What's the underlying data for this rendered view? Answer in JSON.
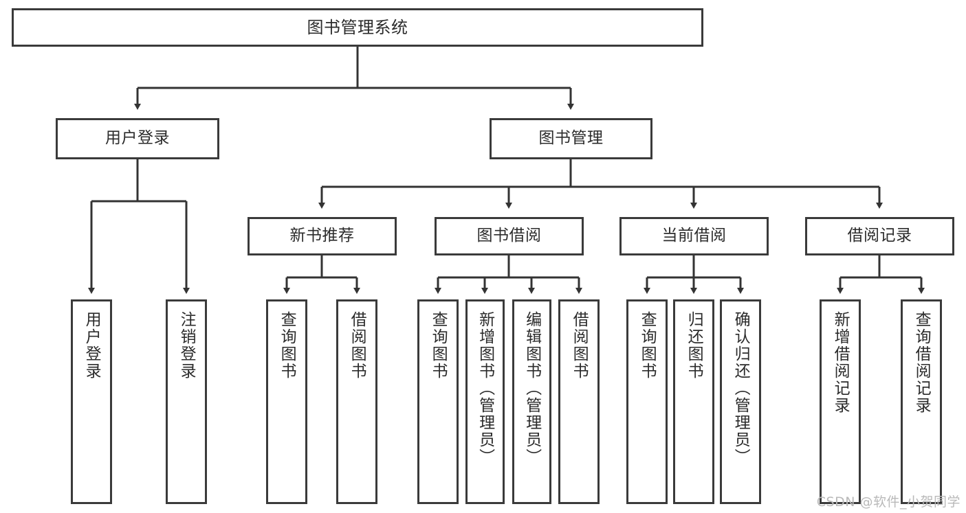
{
  "diagram": {
    "title": "图书管理系统",
    "type": "tree-hierarchy-diagram",
    "colors": {
      "box_border": "#3a3a3a",
      "box_fill": "#ffffff",
      "connector": "#333333",
      "text": "#2b2b2b",
      "watermark": "#b9b9b9",
      "background": "#ffffff"
    },
    "watermark": "CSDN @软件_小贺同学"
  },
  "nodes": {
    "root": {
      "label": "图书管理系统"
    },
    "level2": [
      {
        "key": "user_login",
        "label": "用户登录"
      },
      {
        "key": "book_manage",
        "label": "图书管理"
      }
    ],
    "level3": [
      {
        "key": "new_book_rec",
        "label": "新书推荐"
      },
      {
        "key": "book_borrow",
        "label": "图书借阅"
      },
      {
        "key": "current_borrow",
        "label": "当前借阅"
      },
      {
        "key": "borrow_record",
        "label": "借阅记录"
      }
    ],
    "leaves": {
      "user_login": [
        {
          "key": "leaf-user-login",
          "label": "用户登录"
        },
        {
          "key": "leaf-logout",
          "label": "注销登录"
        }
      ],
      "new_book_rec": [
        {
          "key": "leaf-query-book-1",
          "label": "查询图书"
        },
        {
          "key": "leaf-borrow-book-1",
          "label": "借阅图书"
        }
      ],
      "book_borrow": [
        {
          "key": "leaf-query-book-2",
          "label": "查询图书"
        },
        {
          "key": "leaf-add-book",
          "label": "新增图书（管理员）"
        },
        {
          "key": "leaf-edit-book",
          "label": "编辑图书（管理员）"
        },
        {
          "key": "leaf-borrow-book-2",
          "label": "借阅图书"
        }
      ],
      "current_borrow": [
        {
          "key": "leaf-query-book-3",
          "label": "查询图书"
        },
        {
          "key": "leaf-return-book",
          "label": "归还图书"
        },
        {
          "key": "leaf-confirm-return",
          "label": "确认归还（管理员）"
        }
      ],
      "borrow_record": [
        {
          "key": "leaf-add-record",
          "label": "新增借阅记录"
        },
        {
          "key": "leaf-query-record",
          "label": "查询借阅记录"
        }
      ]
    }
  }
}
